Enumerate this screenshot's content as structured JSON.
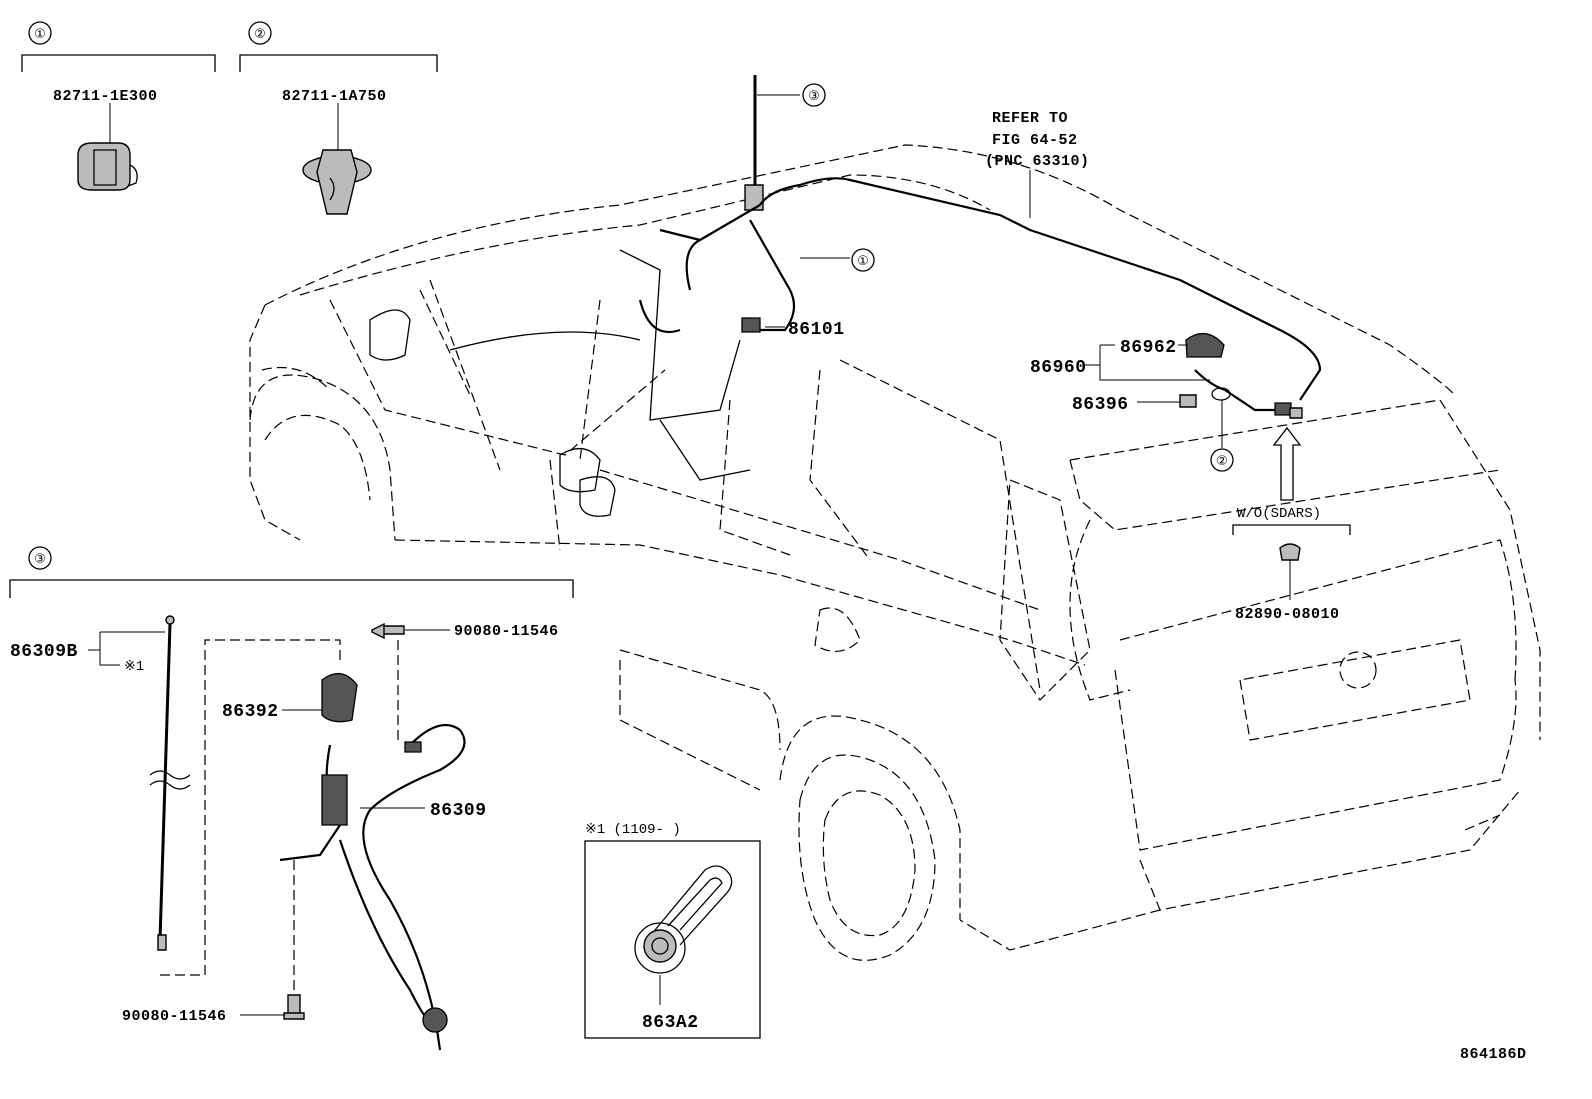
{
  "callouts": {
    "c1": "①",
    "c2": "②",
    "c3": "③"
  },
  "group1": {
    "part": "82711-1E300"
  },
  "group2": {
    "part": "82711-1A750"
  },
  "refer": {
    "line1": "REFER TO",
    "line2": "FIG 64-52",
    "line3": "(PNC 63310)"
  },
  "vehicle_parts": {
    "p86101": "86101",
    "p86960": "86960",
    "p86962": "86962",
    "p86396": "86396",
    "p82890": "82890-08010",
    "wo_sdars": "W/O(SDARS)"
  },
  "group3": {
    "p86309B": "86309B",
    "note1": "※1",
    "p90080_top": "90080-11546",
    "p86392": "86392",
    "p86309": "86309",
    "p90080_bottom": "90080-11546"
  },
  "inset": {
    "title": "※1 (1109-      )",
    "part": "863A2"
  },
  "figure_id": "864186D"
}
